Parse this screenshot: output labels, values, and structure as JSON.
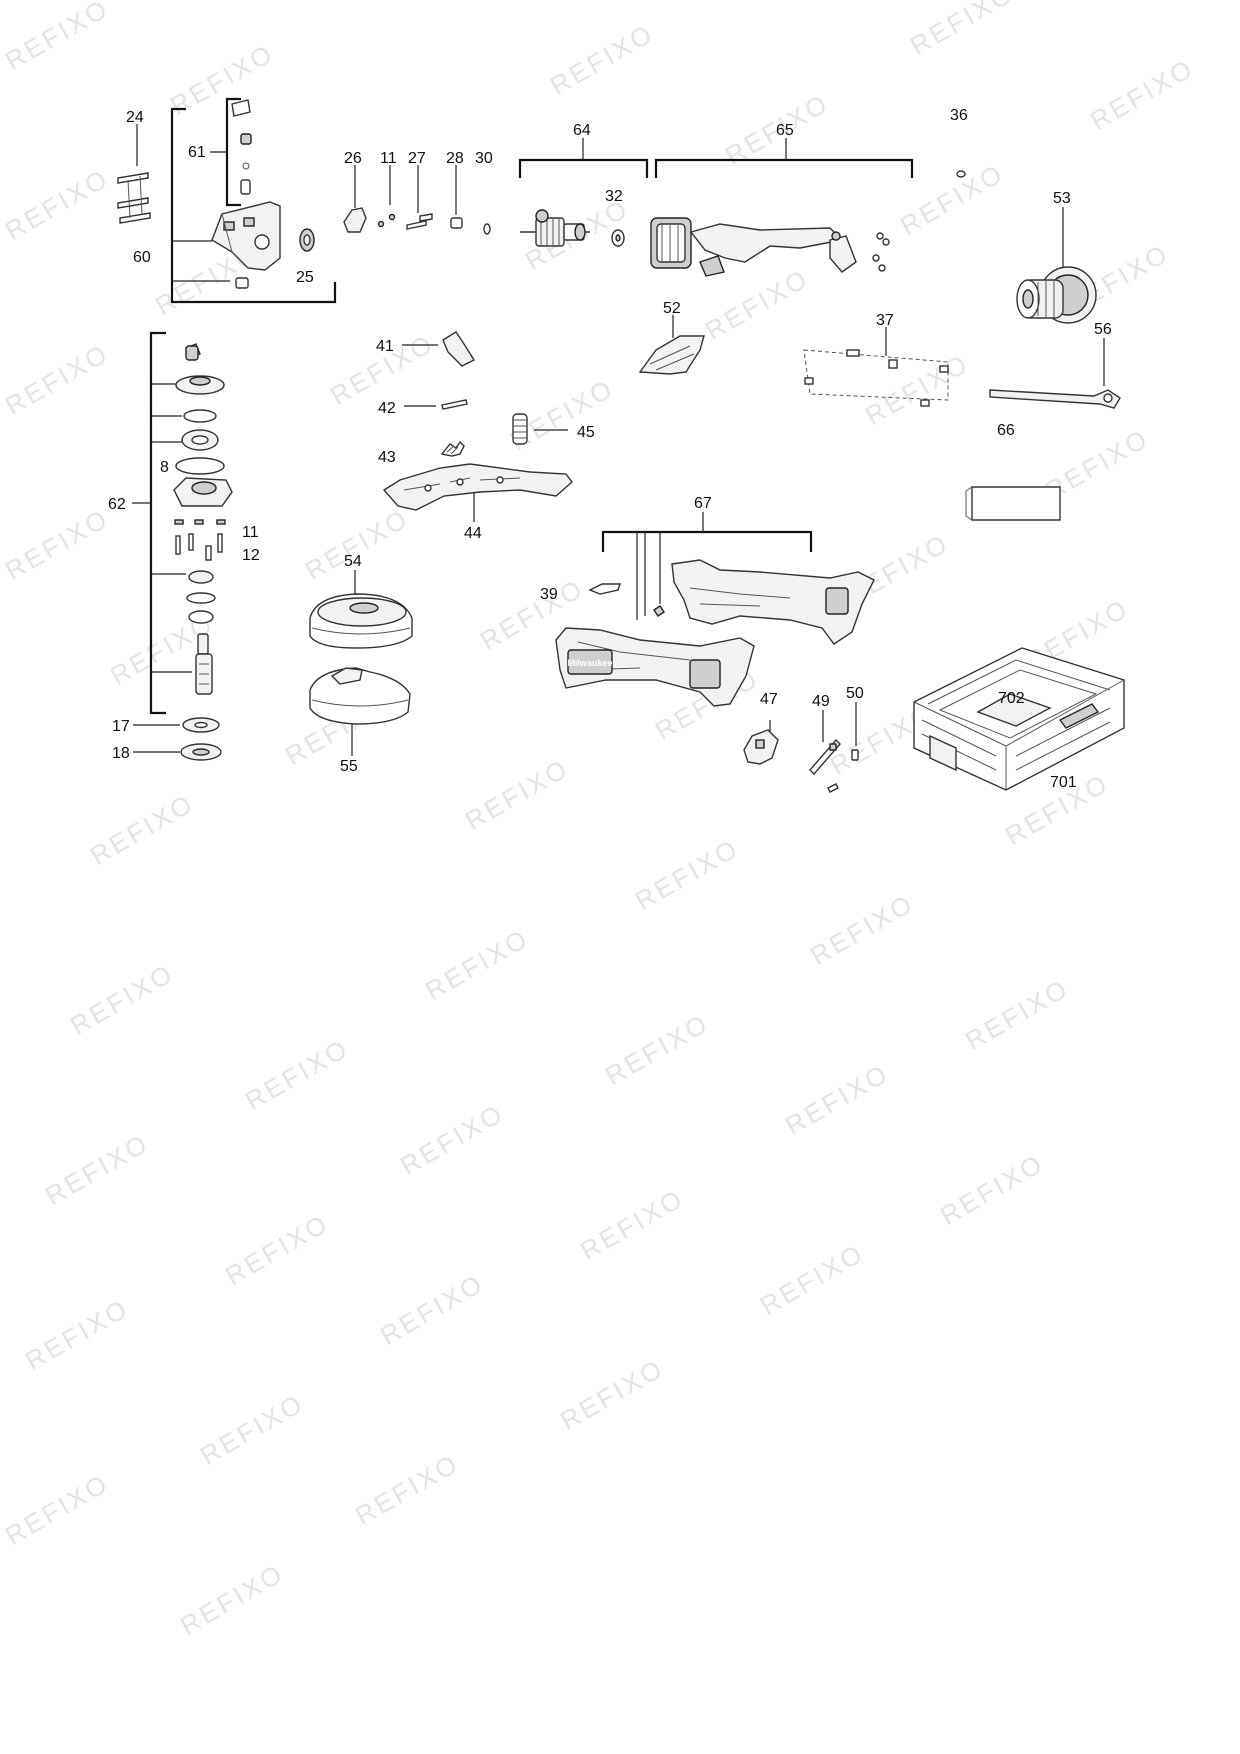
{
  "watermark": {
    "text": "REFIXO",
    "color": "#e4e4e4"
  },
  "labels": {
    "l24": "24",
    "l61": "61",
    "l60": "60",
    "l25": "25",
    "l26": "26",
    "l11a": "11",
    "l27": "27",
    "l28": "28",
    "l30": "30",
    "l64": "64",
    "l32": "32",
    "l65": "65",
    "l36": "36",
    "l53": "53",
    "l52": "52",
    "l37": "37",
    "l56": "56",
    "l66": "66",
    "l41": "41",
    "l42": "42",
    "l45": "45",
    "l43": "43",
    "l44": "44",
    "l62": "62",
    "l8": "8",
    "l11b": "11",
    "l12": "12",
    "l17": "17",
    "l18": "18",
    "l54": "54",
    "l55": "55",
    "l67": "67",
    "l39": "39",
    "l47": "47",
    "l49": "49",
    "l50": "50",
    "l702": "702",
    "l701": "701"
  },
  "housing_logo": "Milwaukee"
}
